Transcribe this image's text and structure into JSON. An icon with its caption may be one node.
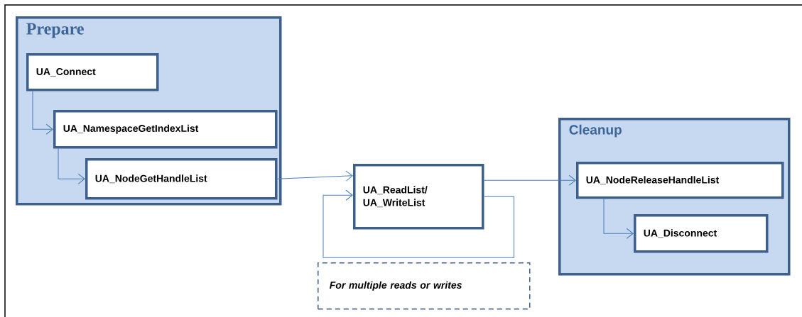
{
  "diagram": {
    "nodes": [
      {
        "text": [
          "Prepare"
        ]
      },
      {
        "text": [
          "UA_Connect"
        ],
        "in": 0
      },
      {
        "text": [
          "UA_NamespaceGetIndexList"
        ],
        "in": 0
      },
      {
        "text": [
          "UA_NodeGetHandleList"
        ],
        "in": 0
      },
      {
        "text": [
          "UA_ReadList/ UA_WriteList"
        ]
      },
      {
        "text": [
          "Cleanup"
        ]
      },
      {
        "text": [
          "UA_NodeReleaseHandleList"
        ],
        "in": 5
      },
      {
        "text": [
          "UA_Disconnect"
        ],
        "in": 5
      },
      {
        "text": [
          "For multiple reads or writes"
        ]
      }
    ],
    "edges": [
      {
        "from": 1,
        "to": 2,
        "arrow": "to"
      },
      {
        "from": 2,
        "to": 3,
        "arrow": "to"
      },
      {
        "from": 3,
        "to": 4,
        "arrow": "to"
      },
      {
        "from": 4,
        "to": 4,
        "arrow": "to"
      },
      {
        "from": 4,
        "to": 6,
        "arrow": "to"
      },
      {
        "from": 6,
        "to": 7,
        "arrow": "to"
      }
    ]
  }
}
